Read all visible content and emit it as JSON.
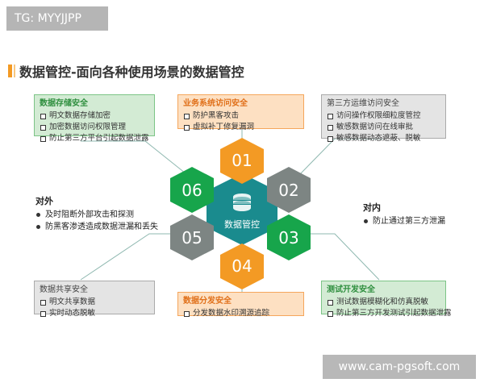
{
  "tag": "TG: MYYJJPP",
  "title": "数据管控-面向各种使用场景的数据管控",
  "center": "数据管控",
  "hexes": [
    "01",
    "02",
    "03",
    "04",
    "05",
    "06"
  ],
  "boxes": {
    "storage": {
      "title": "数据存储安全",
      "items": [
        "明文数据存储加密",
        "加密数据访问权限管理",
        "防止第三方平台引起数据泄露"
      ]
    },
    "business": {
      "title": "业务系统访问安全",
      "items": [
        "防护黑客攻击",
        "虚拟补丁修复漏洞"
      ]
    },
    "ops": {
      "title": "第三方运维访问安全",
      "items": [
        "访问操作权限细粒度管控",
        "敏感数据访问在线审批",
        "敏感数据动态遮蔽、脱敏"
      ]
    },
    "sharing": {
      "title": "数据共享安全",
      "items": [
        "明文共享数据",
        "实时动态脱敏"
      ]
    },
    "distribution": {
      "title": "数据分发安全",
      "items": [
        "分发数据水印溯源追踪"
      ]
    },
    "testing": {
      "title": "测试开发安全",
      "items": [
        "测试数据模糊化和仿真脱敏",
        "防止第三方开发测试引起数据泄露"
      ]
    }
  },
  "external": {
    "title": "对外",
    "items": [
      "及时阻断外部攻击和探测",
      "防黑客渗透造成数据泄漏和丢失"
    ]
  },
  "internal": {
    "title": "对内",
    "items": [
      "防止通过第三方泄漏"
    ]
  },
  "watermark": "www.cam-pgsoft.com",
  "colors": {
    "teal": "#1a8b8e",
    "orange": "#f39a24",
    "gray": "#7d8583",
    "green": "#17a54b"
  }
}
